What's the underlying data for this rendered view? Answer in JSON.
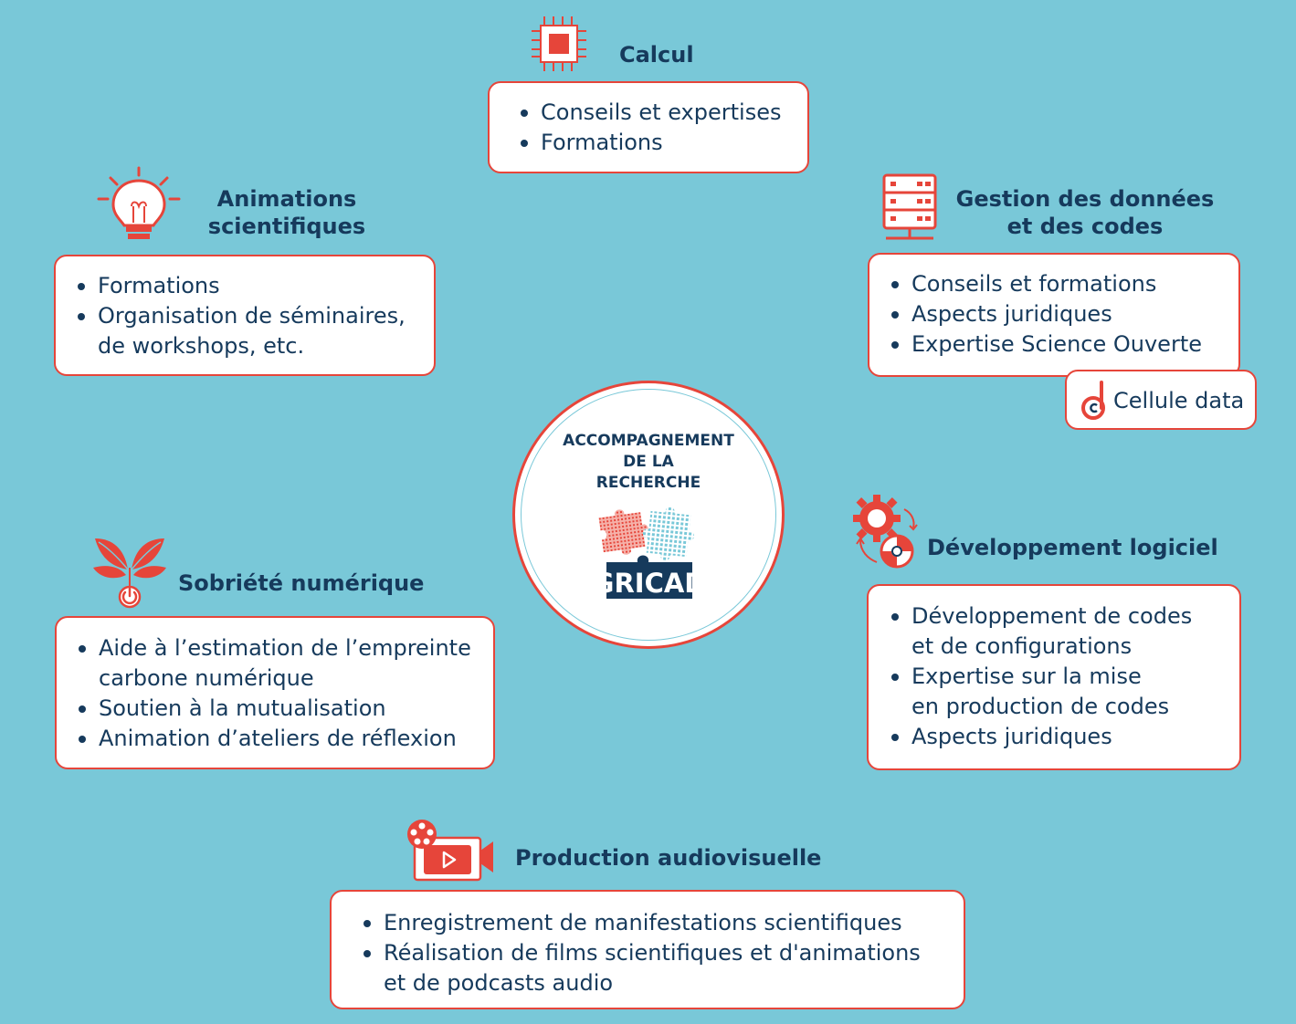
{
  "center": {
    "title_lines": [
      "ACCOMPAGNEMENT",
      "DE LA",
      "RECHERCHE"
    ],
    "logo_text": "GRICAD"
  },
  "calcul": {
    "title": "Calcul",
    "icon": "cpu-chip-icon",
    "items": [
      [
        "Conseils et expertises"
      ],
      [
        "Formations"
      ]
    ]
  },
  "animations": {
    "title_lines": [
      "Animations",
      "scientifiques"
    ],
    "icon": "lightbulb-icon",
    "items": [
      [
        "Formations"
      ],
      [
        "Organisation de séminaires,",
        "de workshops, etc."
      ]
    ]
  },
  "gestion": {
    "title_lines": [
      "Gestion des données",
      "et des codes"
    ],
    "icon": "server-icon",
    "items": [
      [
        "Conseils et formations"
      ],
      [
        "Aspects juridiques"
      ],
      [
        "Expertise Science Ouverte"
      ]
    ],
    "cellule": {
      "label": "Cellule data",
      "icon": "cellule-data-logo-icon"
    }
  },
  "sobriete": {
    "title": "Sobriété numérique",
    "icon": "leaves-power-icon",
    "items": [
      [
        "Aide à l’estimation de l’empreinte",
        "carbone numérique"
      ],
      [
        "Soutien à la mutualisation"
      ],
      [
        "Animation d’ateliers de réflexion"
      ]
    ]
  },
  "developpement": {
    "title": "Développement logiciel",
    "icon": "gear-disc-icon",
    "items": [
      [
        "Développement de codes",
        "et de configurations"
      ],
      [
        "Expertise sur la mise",
        "en production de codes"
      ],
      [
        "Aspects juridiques"
      ]
    ]
  },
  "production": {
    "title": "Production audiovisuelle",
    "icon": "video-camera-icon",
    "items": [
      [
        "Enregistrement de manifestations scientifiques"
      ],
      [
        "Réalisation de films scientifiques et d'animations",
        "et de podcasts audio"
      ]
    ]
  },
  "colors": {
    "background": "#79c8d8",
    "accent": "#e6453a",
    "text": "#163a5c",
    "box": "#ffffff"
  }
}
